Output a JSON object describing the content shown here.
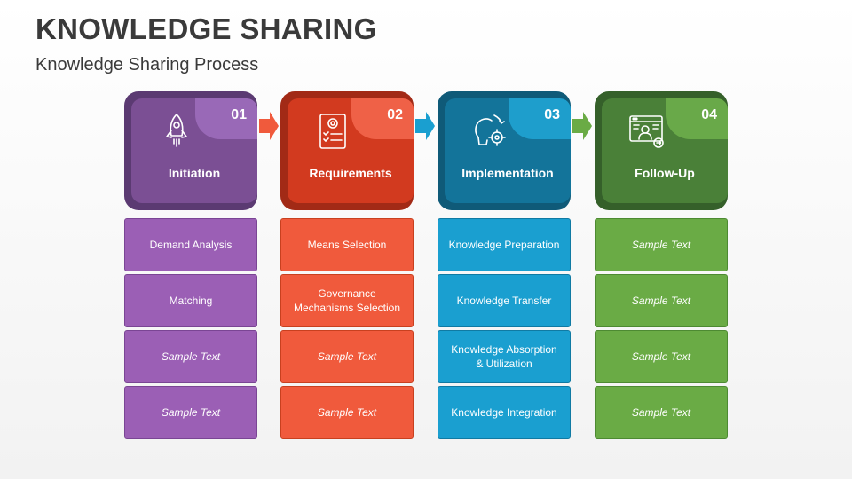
{
  "title": "KNOWLEDGE SHARING",
  "subtitle": "Knowledge Sharing Process",
  "stages": [
    {
      "number": "01",
      "label": "Initiation",
      "icon": "rocket-icon",
      "colors": {
        "back": "#5b3a72",
        "front": "#7b4f94",
        "tab": "#9b6ab8",
        "box": "#9b5fb5",
        "box_border": "#7a4594",
        "arrow": "#9b5fb5"
      },
      "items": [
        {
          "text": "Demand Analysis",
          "italic": false
        },
        {
          "text": "Matching",
          "italic": false
        },
        {
          "text": "Sample Text",
          "italic": true
        },
        {
          "text": "Sample Text",
          "italic": true
        }
      ]
    },
    {
      "number": "02",
      "label": "Requirements",
      "icon": "checklist-gear-icon",
      "colors": {
        "back": "#a22a16",
        "front": "#d23a1f",
        "tab": "#f0634a",
        "box": "#f05a3c",
        "box_border": "#c8401f",
        "arrow": "#f05a3c"
      },
      "items": [
        {
          "text": "Means Selection",
          "italic": false
        },
        {
          "text": "Governance Mechanisms Selection",
          "italic": false
        },
        {
          "text": "Sample Text",
          "italic": true
        },
        {
          "text": "Sample Text",
          "italic": true
        }
      ]
    },
    {
      "number": "03",
      "label": "Implementation",
      "icon": "head-gear-icon",
      "colors": {
        "back": "#0f5a78",
        "front": "#13749a",
        "tab": "#1fa0cf",
        "box": "#1a9fd0",
        "box_border": "#107aa3",
        "arrow": "#1a9fd0"
      },
      "items": [
        {
          "text": "Knowledge Preparation",
          "italic": false
        },
        {
          "text": "Knowledge Transfer",
          "italic": false
        },
        {
          "text": "Knowledge Absorption & Utilization",
          "italic": false
        },
        {
          "text": "Knowledge Integration",
          "italic": false
        }
      ]
    },
    {
      "number": "04",
      "label": "Follow-Up",
      "icon": "monitor-user-icon",
      "colors": {
        "back": "#35602a",
        "front": "#4a8038",
        "tab": "#6aab4a",
        "box": "#6aab45",
        "box_border": "#4d8a32",
        "arrow": "#6aab45"
      },
      "items": [
        {
          "text": "Sample Text",
          "italic": true
        },
        {
          "text": "Sample Text",
          "italic": true
        },
        {
          "text": "Sample Text",
          "italic": true
        },
        {
          "text": "Sample Text",
          "italic": true
        }
      ]
    }
  ]
}
